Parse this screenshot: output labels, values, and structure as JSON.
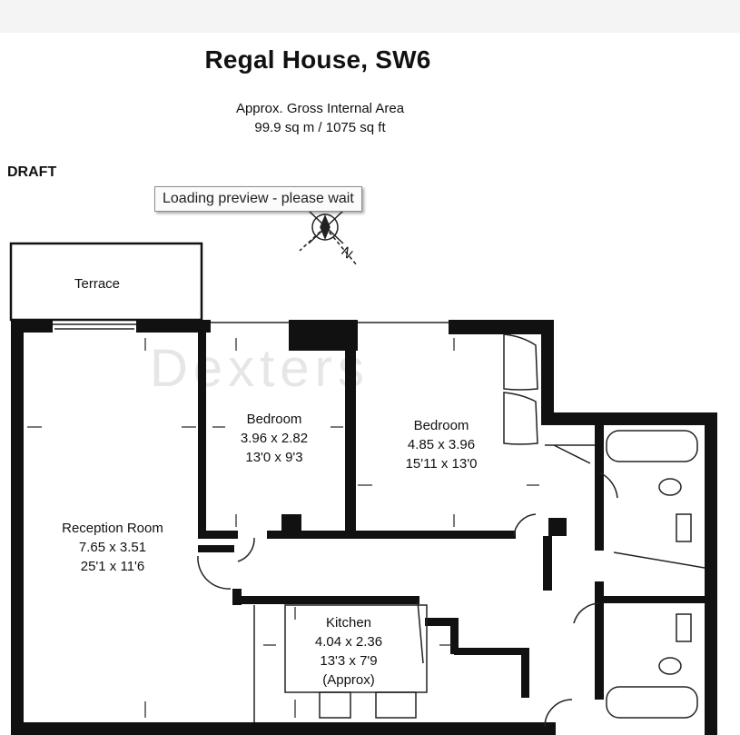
{
  "title": "Regal House, SW6",
  "area_label": "Approx. Gross Internal Area",
  "area_value": "99.9 sq m / 1075 sq ft",
  "draft_label": "DRAFT",
  "tooltip": "Loading preview - please wait",
  "compass": {
    "icon": "compass-icon",
    "north_letter": "N"
  },
  "rooms": {
    "terrace": {
      "name": "Terrace"
    },
    "reception": {
      "name": "Reception Room",
      "metric": "7.65 x 3.51",
      "imperial": "25'1 x 11'6"
    },
    "bedroom1": {
      "name": "Bedroom",
      "metric": "3.96 x 2.82",
      "imperial": "13'0 x 9'3"
    },
    "bedroom2": {
      "name": "Bedroom",
      "metric": "4.85 x 3.96",
      "imperial": "15'11 x 13'0"
    },
    "kitchen": {
      "name": "Kitchen",
      "metric": "4.04 x 2.36",
      "imperial": "13'3 x 7'9",
      "note": "(Approx)"
    }
  },
  "colors": {
    "wall": "#111111",
    "line": "#222222",
    "tooltip_border": "#8d8d8d",
    "watermark": "#e6e6e6"
  }
}
